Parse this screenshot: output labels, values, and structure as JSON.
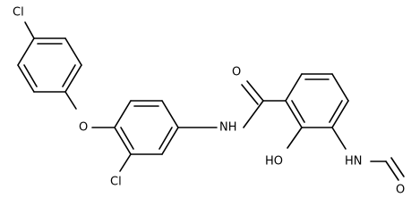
{
  "molecule": {
    "atoms": [
      {
        "id": "cl-top",
        "symbol": "Cl"
      },
      {
        "id": "o-ether",
        "symbol": "O"
      },
      {
        "id": "nh-amide",
        "symbol": "NH"
      },
      {
        "id": "cl-lower",
        "symbol": "Cl"
      },
      {
        "id": "o-carbonyl",
        "symbol": "O"
      },
      {
        "id": "oh-hydroxyl",
        "symbol": "HO"
      },
      {
        "id": "nh-formamide",
        "symbol": "HN"
      },
      {
        "id": "o-formyl",
        "symbol": "O"
      }
    ]
  }
}
